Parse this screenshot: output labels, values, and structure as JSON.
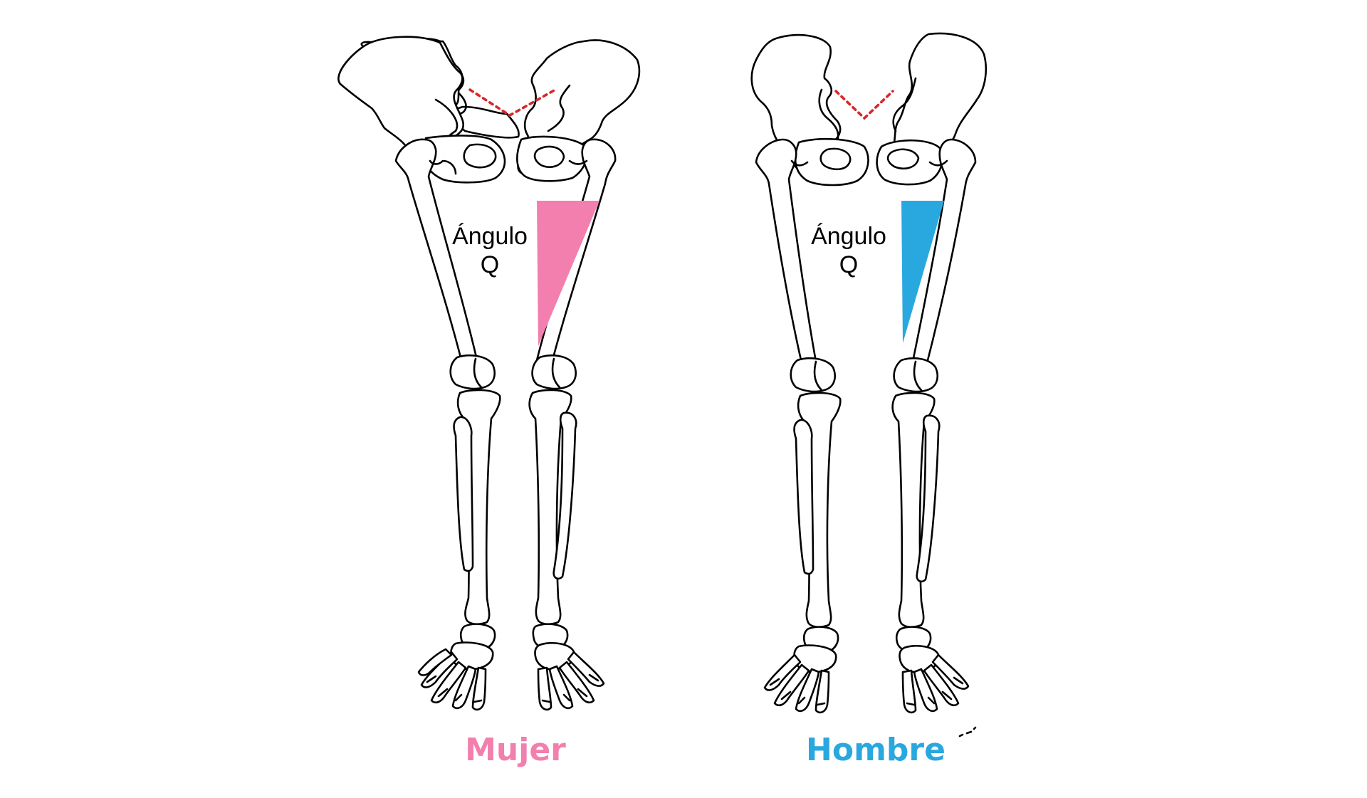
{
  "colors": {
    "female": "#f27fad",
    "male": "#29a8e0",
    "pelvis_line": "#d9262a",
    "outline": "#000000"
  },
  "figures": [
    {
      "id": "female",
      "angle_label_line1": "Ángulo",
      "angle_label_line2": "Q",
      "caption": "Mujer"
    },
    {
      "id": "male",
      "angle_label_line1": "Ángulo",
      "angle_label_line2": "Q",
      "caption": "Hombre"
    }
  ]
}
